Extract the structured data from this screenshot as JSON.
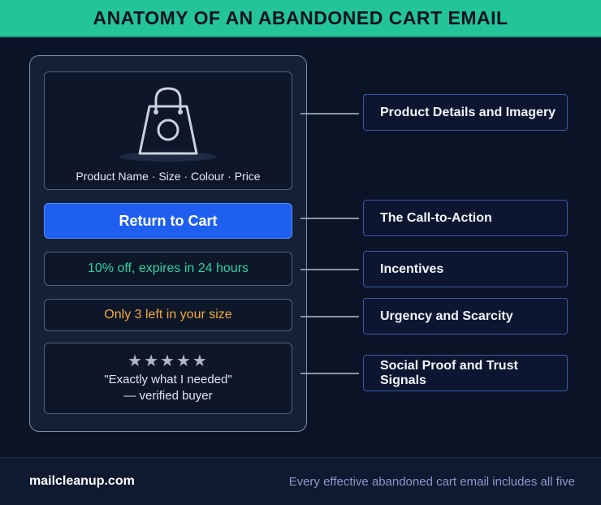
{
  "title": "ANATOMY OF AN ABANDONED CART EMAIL",
  "email": {
    "product": {
      "icon": "shopping-bag-icon",
      "caption": "Product Name · Size · Colour · Price"
    },
    "cta_label": "Return to Cart",
    "incentive_text": "10% off, expires in 24 hours",
    "urgency_text": "Only 3 left in your size",
    "social_proof": {
      "stars": "★★★★★",
      "quote": "\"Exactly what I needed\"",
      "attribution": "— verified buyer"
    }
  },
  "labels": [
    "Product Details and Imagery",
    "The Call-to-Action",
    "Incentives",
    "Urgency and Scarcity",
    "Social Proof and Trust Signals"
  ],
  "footer": {
    "domain": "mailcleanup.com",
    "tagline": "Every effective abandoned cart email includes all five"
  },
  "colors": {
    "title_bar": "#23c49a",
    "background": "#0b1426",
    "cta": "#1f5ff0",
    "incentive": "#2bd4a0",
    "urgency": "#f2a93b"
  }
}
